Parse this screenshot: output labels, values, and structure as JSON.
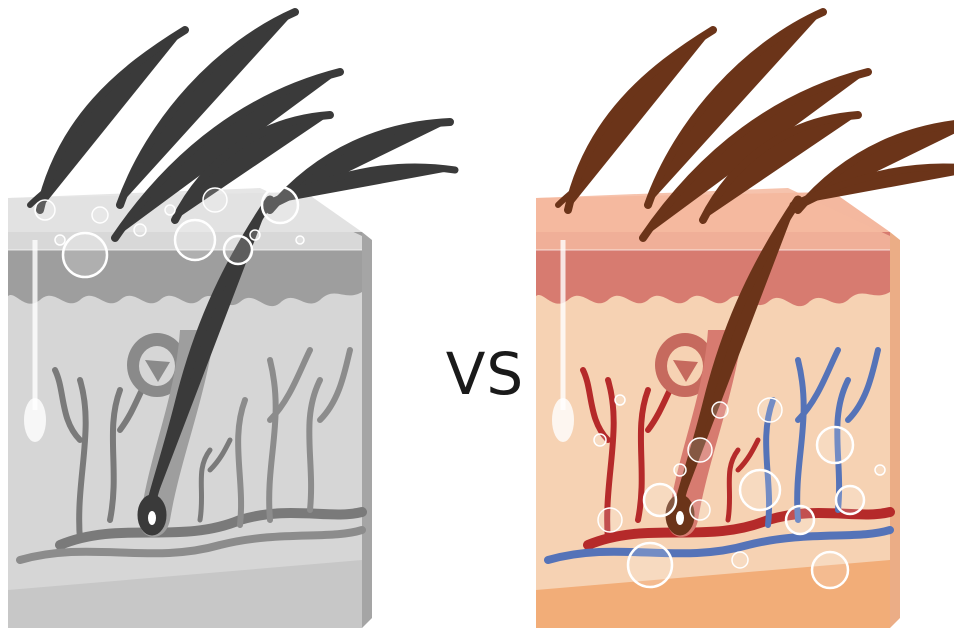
{
  "comparison": {
    "separator_text": "VS",
    "left_panel": {
      "subject": "skin-cross-section-grayscale",
      "palette": {
        "top": "#e2e2e2",
        "front": "#bdbdbd",
        "side": "#9b9b9b",
        "epidermis": "#9e9e9e",
        "dermis": "#d6d6d6",
        "hypodermis": "#c7c7c7",
        "vessel_a": "#7a7a7a",
        "vessel_b": "#8c8c8c",
        "hair": "#3a3a3a",
        "gland": "#8a8a8a",
        "bubble": "#ffffff"
      }
    },
    "right_panel": {
      "subject": "skin-cross-section-colored",
      "palette": {
        "top": "#f4b89f",
        "front": "#f2c49e",
        "side": "#e9a479",
        "epidermis": "#d77b70",
        "dermis": "#f6d2b3",
        "hypodermis": "#f2ad78",
        "vessel_a": "#b52a2a",
        "vessel_b": "#5573b8",
        "hair": "#6b3419",
        "gland": "#c66a5e",
        "bubble": "#ffffff"
      }
    }
  }
}
